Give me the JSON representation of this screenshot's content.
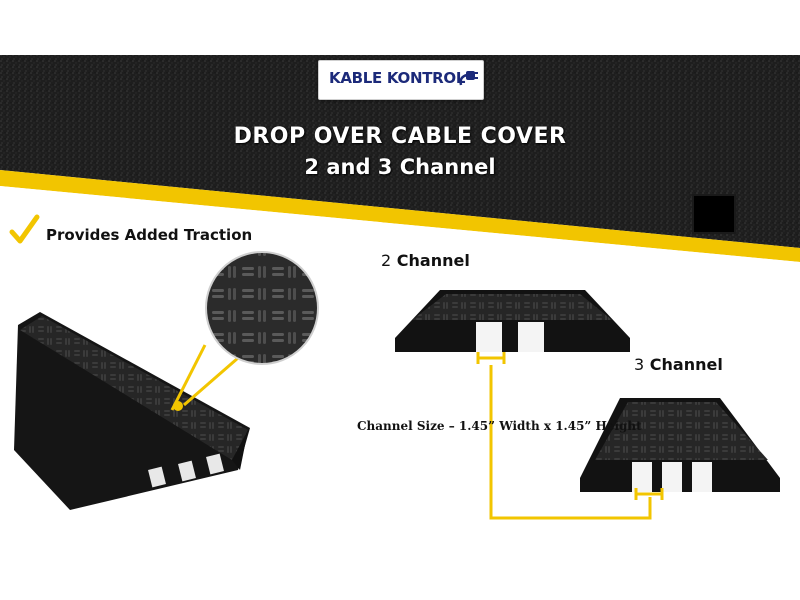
{
  "logo": {
    "text": "KABLE KONTROL"
  },
  "title": {
    "line1": "DROP OVER CABLE COVER",
    "line2": "2 and 3 Channel"
  },
  "feature": {
    "text": "Provides Added Traction"
  },
  "labels": {
    "two_channel_number": "2",
    "two_channel_word": "Channel",
    "three_channel_number": "3",
    "three_channel_word": "Channel",
    "channel_size": "Channel Size – 1.45” Width x 1.45” Height"
  },
  "colors": {
    "accent_yellow": "#f2c500",
    "dark_texture": "#1f1f1f",
    "product_black": "#1b1b1b",
    "logo_blue": "#1c2a7a"
  },
  "icons": {
    "check": "check-icon",
    "swatch": "black-color-swatch"
  }
}
